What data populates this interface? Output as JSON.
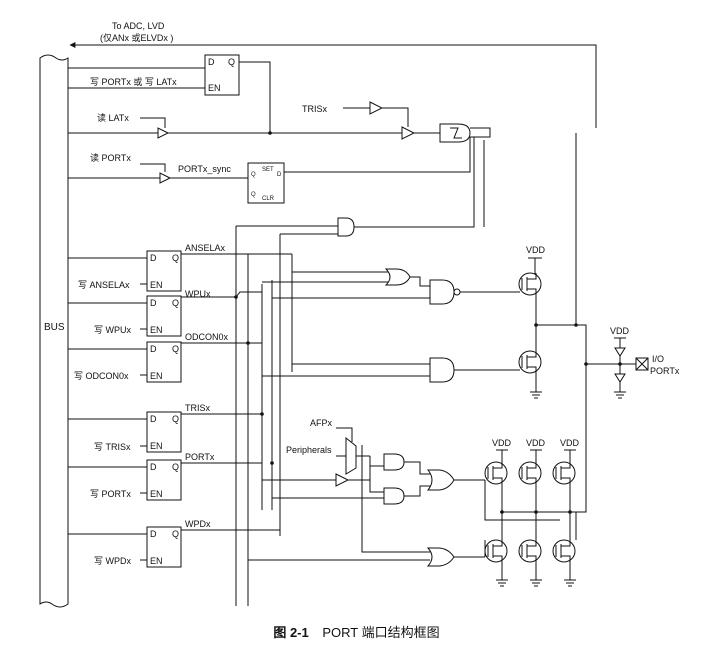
{
  "diagram": {
    "bus_label": "BUS",
    "top_arrow_label_line1": "To ADC, LVD",
    "top_arrow_label_line2": "(仅ANx 或ELVDx )",
    "write_portx_or_latx": "写 PORTx 或 写 LATx",
    "read_latx": "读 LATx",
    "read_portx": "读 PORTx",
    "portx_sync": "PORTx_sync",
    "trisx_top": "TRISx",
    "d_label": "D",
    "q_label": "Q",
    "en_label": "EN",
    "sync_ff_q": "Q",
    "sync_ff_d": "D",
    "sync_ff_qbar": "Q",
    "sync_ff_set": "SET",
    "sync_ff_clr": "CLR",
    "registers": [
      {
        "signal": "ANSELAx",
        "write": "写 ANSELAx"
      },
      {
        "signal": "WPUx",
        "write": "写 WPUx"
      },
      {
        "signal": "ODCON0x",
        "write": "写 ODCON0x"
      },
      {
        "signal": "TRISx",
        "write": "写 TRISx"
      },
      {
        "signal": "PORTx",
        "write": "写 PORTx"
      },
      {
        "signal": "WPDx",
        "write": "写 WPDx"
      }
    ],
    "afpx": "AFPx",
    "peripherals": "Peripherals",
    "vdd": "VDD",
    "io_line1": "I/O",
    "io_line2": "PORTx"
  },
  "caption": {
    "figure_no": "图 2-1",
    "title": "PORT 端口结构框图"
  }
}
